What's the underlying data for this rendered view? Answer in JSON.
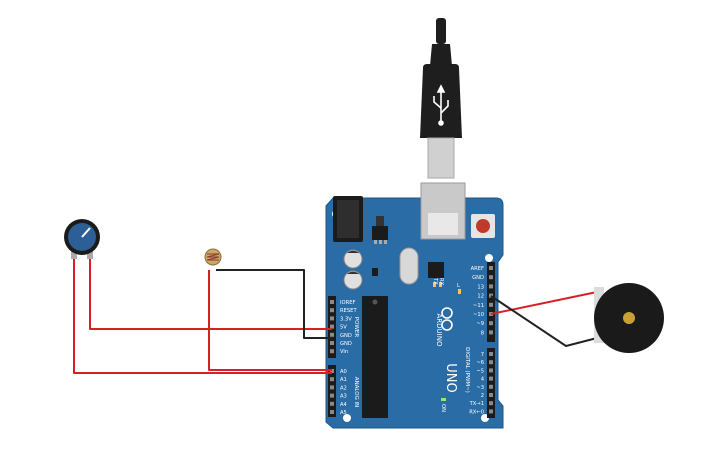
{
  "colors": {
    "board": "#2a6ca6",
    "board_edge": "#1e5688",
    "wire_red": "#d91f26",
    "wire_black": "#222222",
    "usb_black": "#1e1e1e",
    "buzzer": "#1a1a1a",
    "buzzer_center": "#c8a034",
    "pot_knob": "#2b5f95",
    "reset_button": "#c0392b"
  },
  "board": {
    "name_uno": "UNO",
    "name_arduino": "ARDUINO",
    "power_header_title": "POWER",
    "analog_header_title": "ANALOG IN",
    "digital_header_title": "DIGITAL (PWM~)",
    "power_pins": [
      "IOREF",
      "RESET",
      "3.3V",
      "5V",
      "GND",
      "GND",
      "Vin"
    ],
    "analog_pins": [
      "A0",
      "A1",
      "A2",
      "A3",
      "A4",
      "A5"
    ],
    "digital_top_pins": [
      "AREF",
      "GND",
      "13",
      "12",
      "~11",
      "~10",
      "~9",
      "8"
    ],
    "digital_bottom_pins": [
      "7",
      "~6",
      "~5",
      "4",
      "~3",
      "2",
      "TX→1",
      "RX←0"
    ],
    "led_labels": [
      "TX",
      "RX",
      "L",
      "ON"
    ]
  },
  "components": [
    {
      "name": "potentiometer",
      "icon": "rotary-knob"
    },
    {
      "name": "photoresistor",
      "icon": "ldr"
    },
    {
      "name": "piezo-buzzer",
      "icon": "buzzer"
    },
    {
      "name": "usb-cable",
      "icon": "usb-b-plug"
    }
  ]
}
